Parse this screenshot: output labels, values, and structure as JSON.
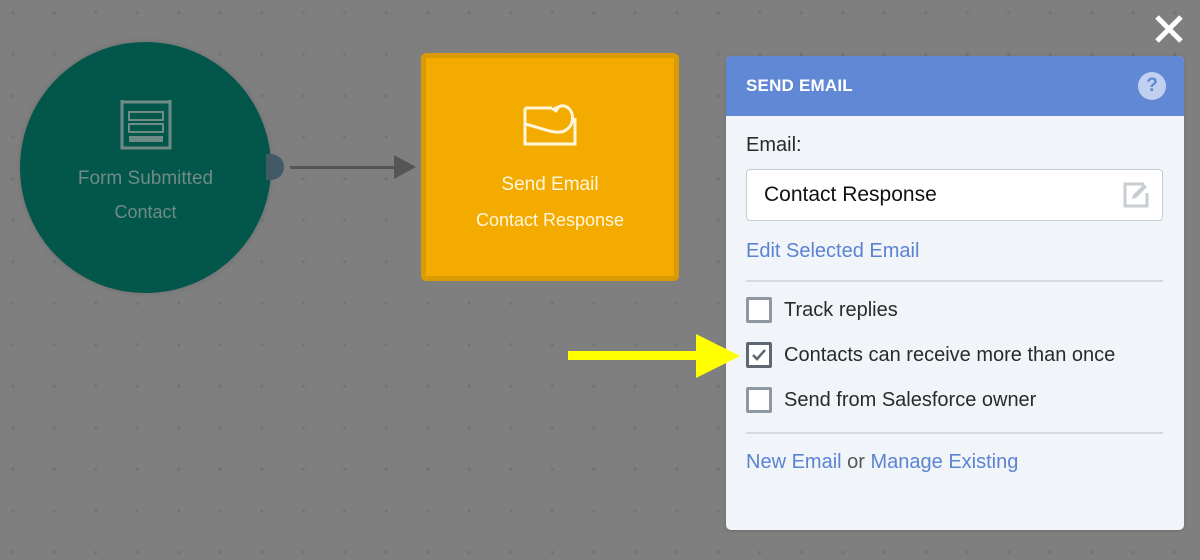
{
  "canvas": {
    "trigger_node": {
      "title": "Form Submitted",
      "subtitle": "Contact",
      "icon": "form-icon",
      "color": "#03574a"
    },
    "action_node": {
      "title": "Send Email",
      "subtitle": "Contact Response",
      "icon": "email-send-icon",
      "color": "#f4ab00"
    }
  },
  "close_button": {
    "icon": "close-icon"
  },
  "panel": {
    "title": "SEND EMAIL",
    "help_icon": "?",
    "header_color": "#6088d4",
    "email_label": "Email:",
    "email_value": "Contact Response",
    "edit_selected_link": "Edit Selected Email",
    "options": [
      {
        "label": "Track replies",
        "checked": false
      },
      {
        "label": "Contacts can receive more than once",
        "checked": true
      },
      {
        "label": "Send from Salesforce owner",
        "checked": false
      }
    ],
    "footer": {
      "new_email": "New Email",
      "or": "or",
      "manage_existing": "Manage Existing"
    }
  },
  "annotation": {
    "type": "arrow",
    "color": "#ffff00",
    "points_to": "Contacts can receive more than once"
  }
}
